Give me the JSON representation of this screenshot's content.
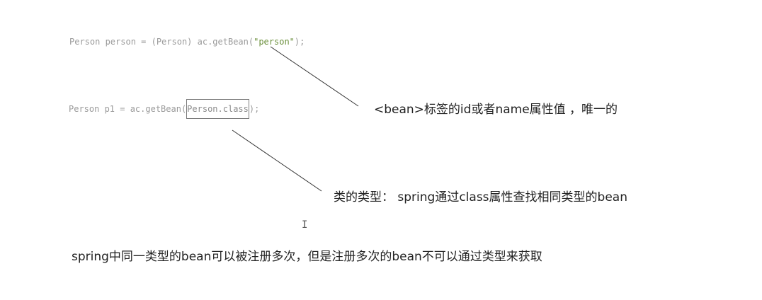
{
  "code_line_1": {
    "prefix": "Person person = (Person) ac.getBean(",
    "string": "\"person\"",
    "suffix": ");"
  },
  "code_line_2": {
    "prefix": "Person p1 = ac.getBean(",
    "boxed": "Person.class",
    "suffix": ");"
  },
  "annotation_1": "<bean>标签的id或者name属性值 ，唯一的",
  "annotation_2": "类的类型： spring通过class属性查找相同类型的bean",
  "footer_note": "spring中同一类型的bean可以被注册多次，但是注册多次的bean不可以通过类型来获取",
  "colors": {
    "code_text": "#9a9a9a",
    "string_literal": "#6a8f3a",
    "note_text": "#222222"
  },
  "icons": {
    "cursor": "text-cursor-icon"
  }
}
